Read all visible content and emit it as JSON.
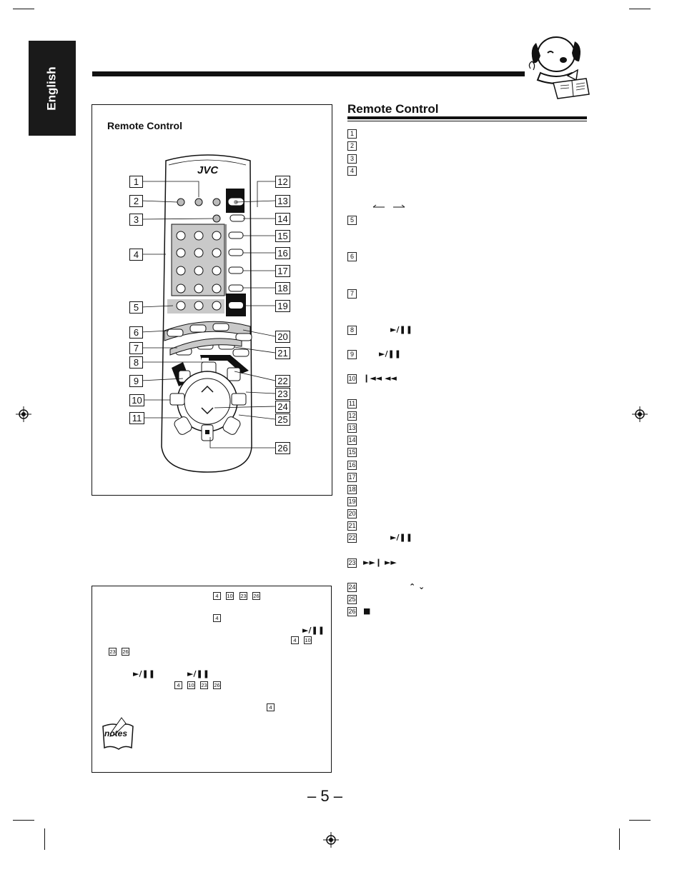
{
  "sidebar": {
    "language": "English"
  },
  "left_panel": {
    "heading": "Remote Control",
    "brand": "JVC"
  },
  "right_section": {
    "heading": "Remote Control"
  },
  "callouts_left": [
    "1",
    "2",
    "3",
    "4",
    "5",
    "6",
    "7",
    "8",
    "9",
    "10",
    "11"
  ],
  "callouts_right": [
    "12",
    "13",
    "14",
    "15",
    "16",
    "17",
    "18",
    "19",
    "20",
    "21",
    "22",
    "23",
    "24",
    "25",
    "26"
  ],
  "list_items": [
    {
      "n": "1",
      "sym": ""
    },
    {
      "n": "2",
      "sym": ""
    },
    {
      "n": "3",
      "sym": ""
    },
    {
      "n": "4",
      "sym": ""
    },
    {
      "n": "5",
      "sym": ""
    },
    {
      "n": "6",
      "sym": ""
    },
    {
      "n": "7",
      "sym": ""
    },
    {
      "n": "8",
      "sym": "►/❚❚"
    },
    {
      "n": "9",
      "sym": "►/❚❚"
    },
    {
      "n": "10",
      "sym": "❙◄◄  ◄◄"
    },
    {
      "n": "11",
      "sym": ""
    },
    {
      "n": "12",
      "sym": ""
    },
    {
      "n": "13",
      "sym": ""
    },
    {
      "n": "14",
      "sym": ""
    },
    {
      "n": "15",
      "sym": ""
    },
    {
      "n": "16",
      "sym": ""
    },
    {
      "n": "17",
      "sym": ""
    },
    {
      "n": "18",
      "sym": ""
    },
    {
      "n": "19",
      "sym": ""
    },
    {
      "n": "20",
      "sym": ""
    },
    {
      "n": "21",
      "sym": ""
    },
    {
      "n": "22",
      "sym": "►/❚❚"
    },
    {
      "n": "23",
      "sym": "►►❙  ►►"
    },
    {
      "n": "24",
      "sym": "⌃ ⌄"
    },
    {
      "n": "25",
      "sym": ""
    },
    {
      "n": "26",
      "sym": "■"
    }
  ],
  "notes_box": {
    "refs_line1": [
      "4",
      "10",
      "23",
      "26"
    ],
    "refs_line2": [
      "4"
    ],
    "refs_line3": [
      "4",
      "10"
    ],
    "refs_line4": [
      "23",
      "26"
    ],
    "refs_line5": [
      "4",
      "10",
      "23",
      "26"
    ],
    "refs_line6": [
      "4"
    ],
    "play_pause": "►/❚❚",
    "notes_label": "notes"
  },
  "page_number": "– 5 –"
}
